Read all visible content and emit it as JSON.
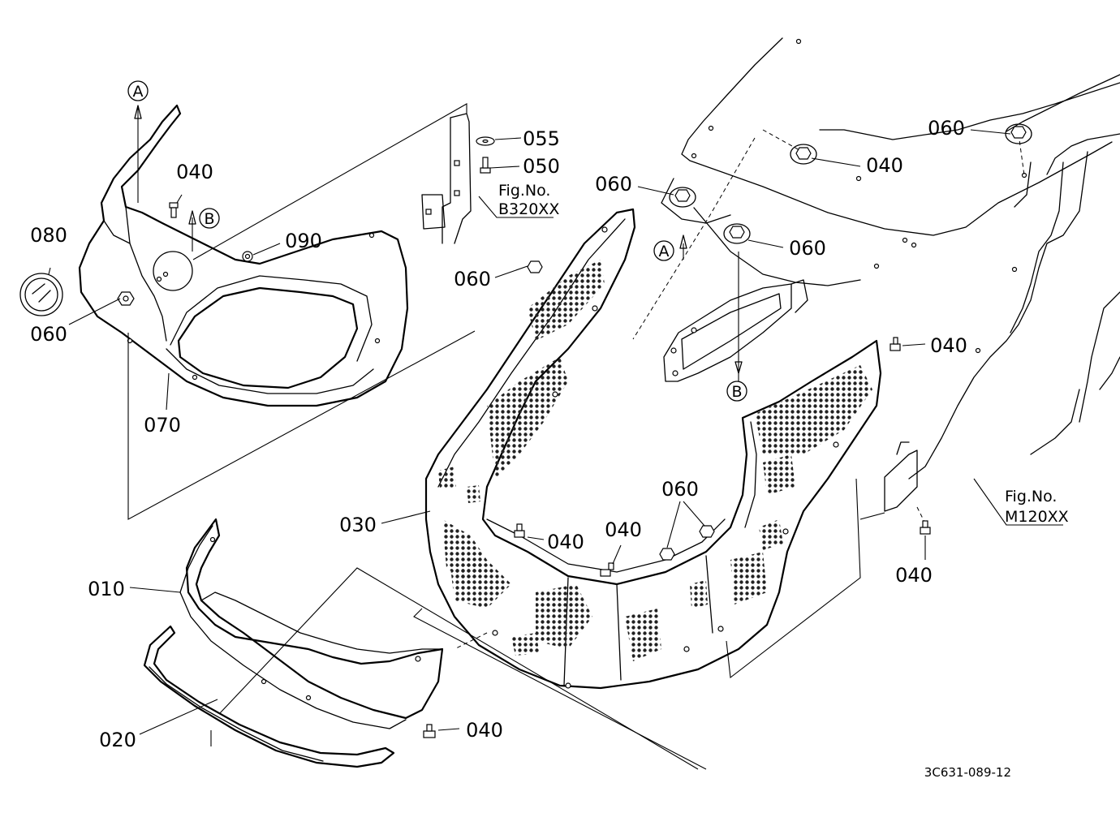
{
  "callouts": {
    "c080": "080",
    "c040_a": "040",
    "c090": "090",
    "c060_a": "060",
    "c070": "070",
    "c055": "055",
    "c050": "050",
    "c060_b": "060",
    "c060_c": "060",
    "c060_d": "060",
    "c040_b": "040",
    "c060_e": "060",
    "c040_c": "040",
    "c030": "030",
    "c040_d": "040",
    "c040_e": "040",
    "c060_f": "060",
    "c040_f": "040",
    "c010": "010",
    "c020": "020",
    "c040_g": "040"
  },
  "markers": {
    "a1": "A",
    "b1": "B",
    "a2": "A",
    "b2": "B"
  },
  "figure_refs": {
    "ref1_label": "Fig.No.",
    "ref1_code": "B320XX",
    "ref2_label": "Fig.No.",
    "ref2_code": "M120XX"
  },
  "drawing_code": "3C631-089-12"
}
